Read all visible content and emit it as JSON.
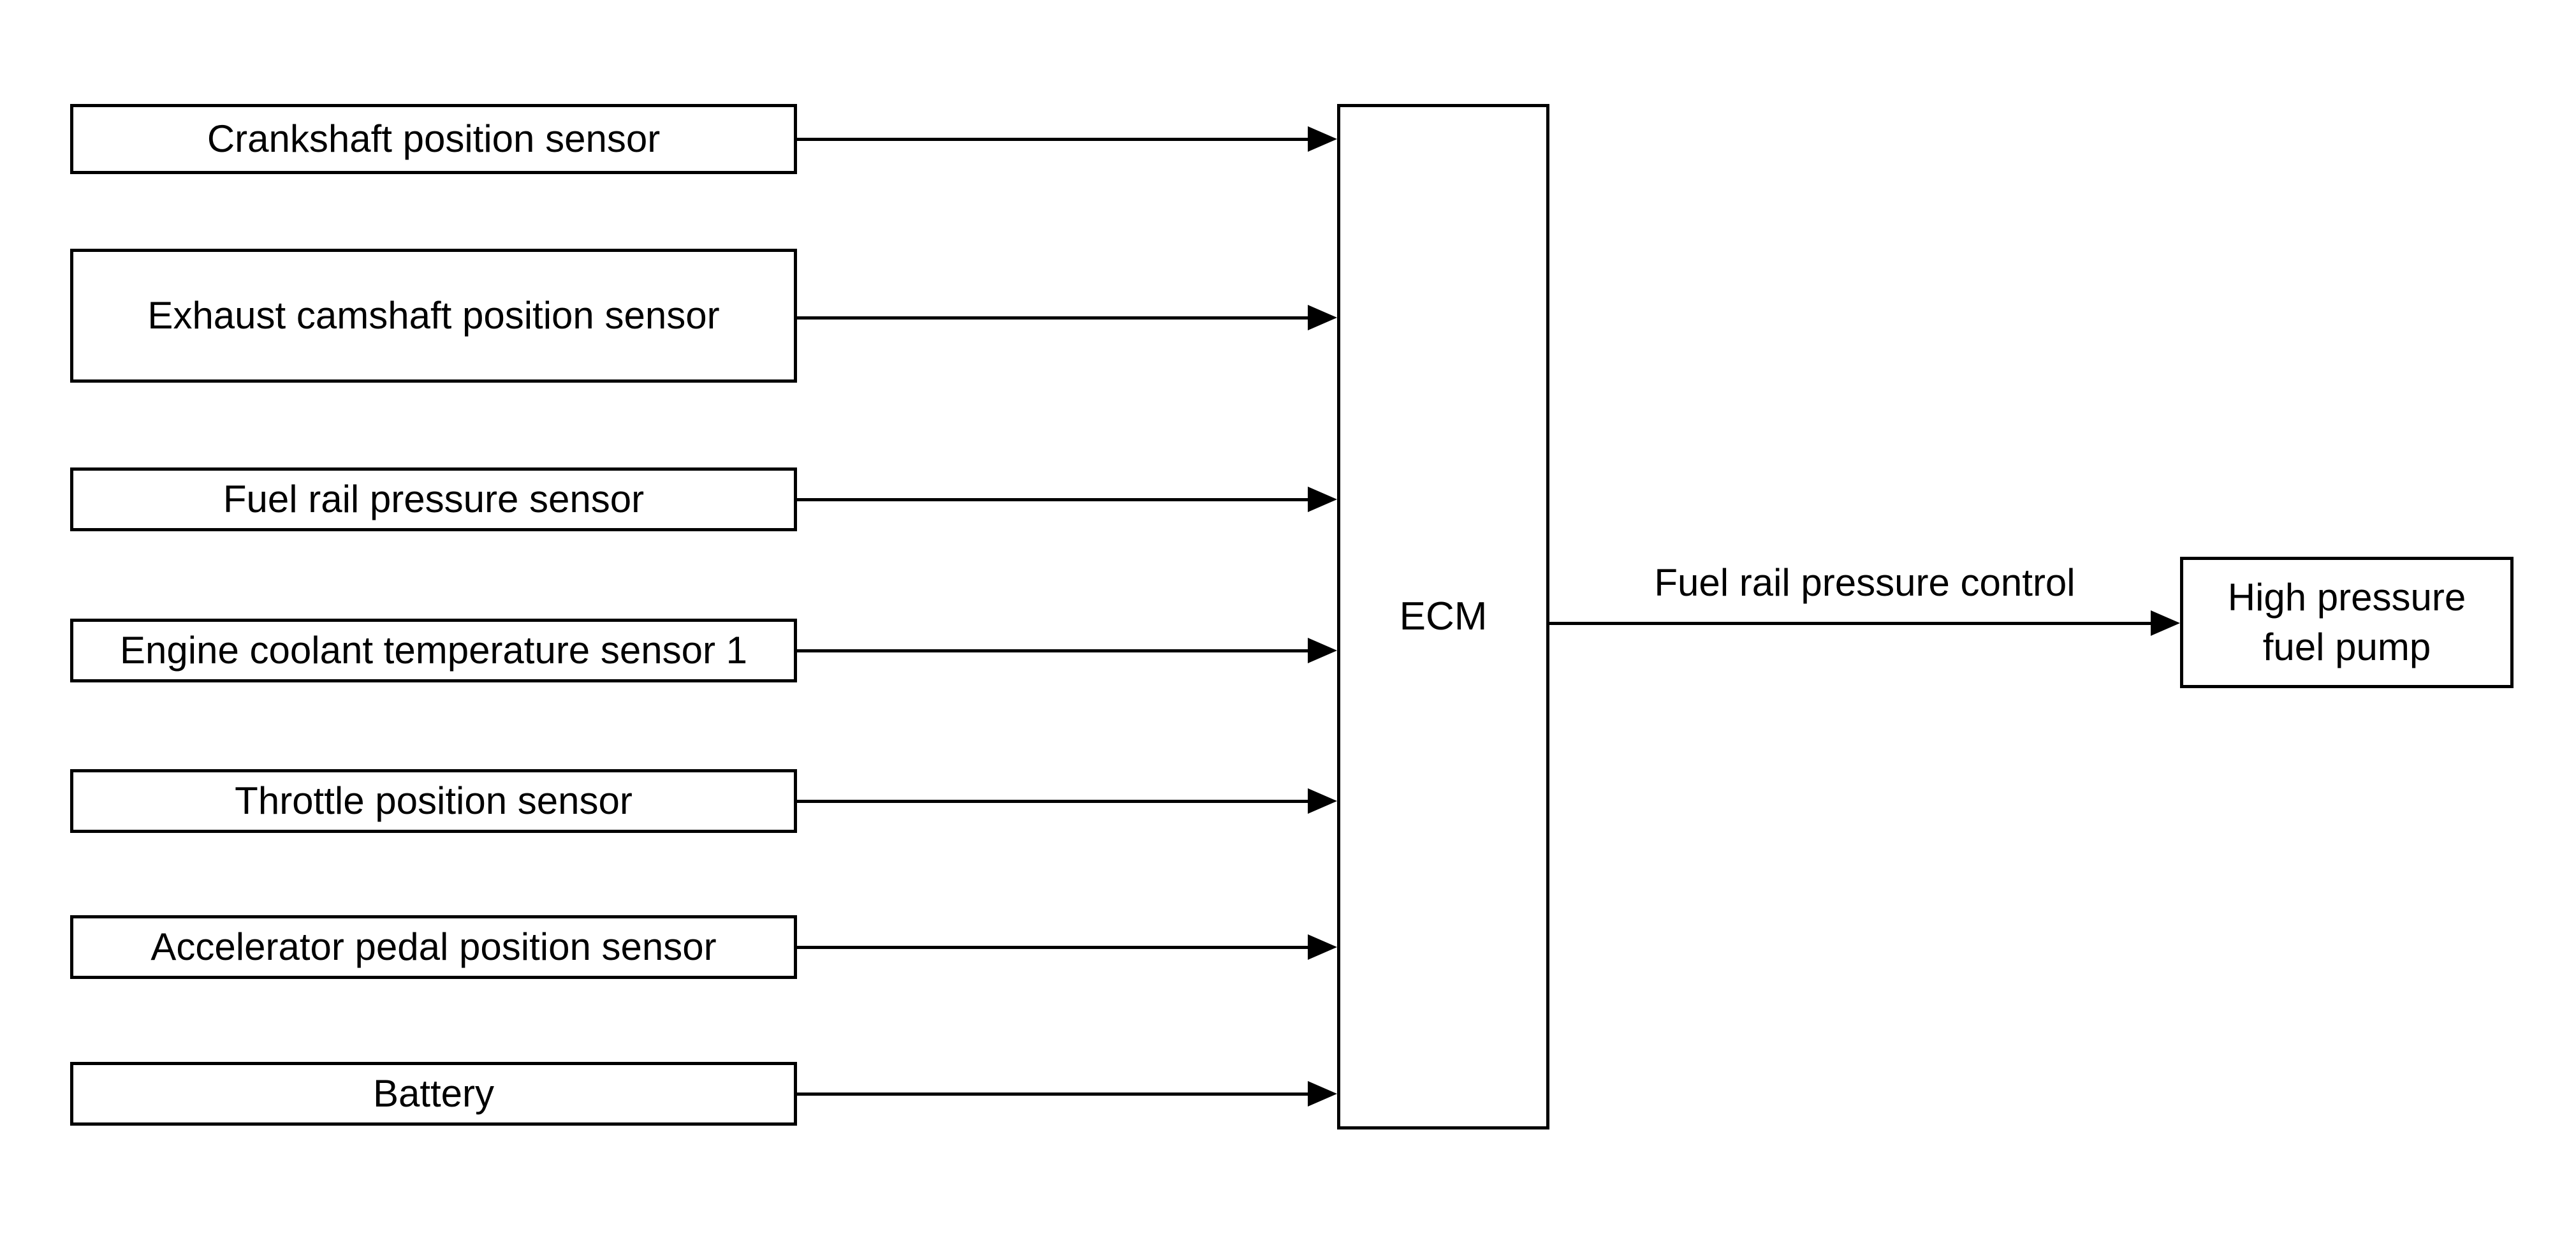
{
  "diagram": {
    "colors": {
      "background": "#ffffff",
      "line": "#000000",
      "text": "#000000"
    },
    "inputs": [
      {
        "label": "Crankshaft position sensor"
      },
      {
        "label": "Exhaust camshaft position sensor"
      },
      {
        "label": "Fuel rail pressure sensor"
      },
      {
        "label": "Engine coolant temperature sensor 1"
      },
      {
        "label": "Throttle position sensor"
      },
      {
        "label": "Accelerator pedal position sensor"
      },
      {
        "label": "Battery"
      }
    ],
    "controller": {
      "label": "ECM"
    },
    "output": {
      "label": "Fuel rail pressure control"
    },
    "target": {
      "line1": "High pressure",
      "line2": "fuel pump"
    }
  }
}
